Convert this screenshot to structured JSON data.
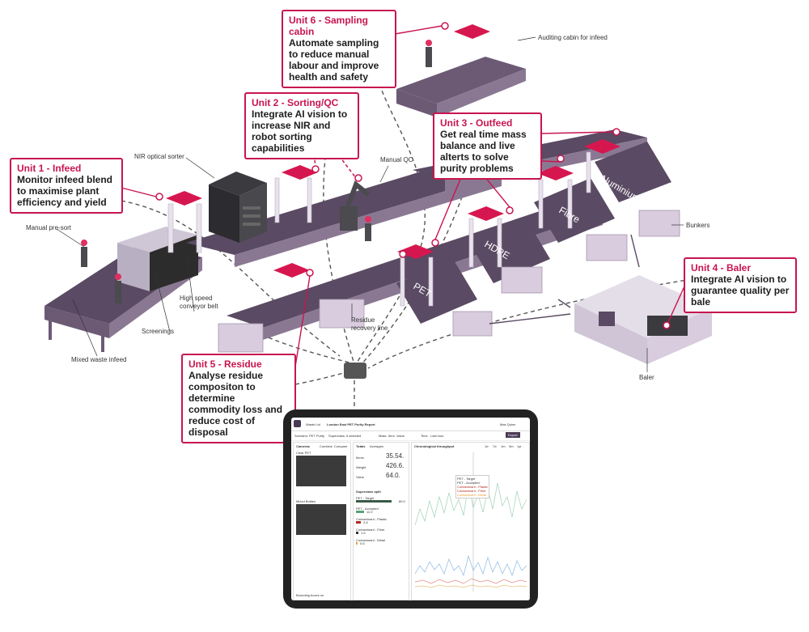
{
  "callouts": {
    "unit1": {
      "title": "Unit 1 - Infeed",
      "desc": "Monitor infeed blend to maximise plant efficiency and yield"
    },
    "unit2": {
      "title": "Unit 2 - Sorting/QC",
      "desc": "Integrate AI vision to increase NIR and robot sorting capabilities"
    },
    "unit3": {
      "title": "Unit 3 - Outfeed",
      "desc": "Get real time mass balance and live alterts to solve purity problems"
    },
    "unit4": {
      "title": "Unit 4 - Baler",
      "desc": "Integrate AI vision to guarantee quality per bale"
    },
    "unit5": {
      "title": "Unit 5 - Residue",
      "desc": "Analyse residue compositon to determine commodity loss and reduce cost of disposal"
    },
    "unit6": {
      "title": "Unit 6 - Sampling cabin",
      "desc": "Automate sampling to reduce manual labour and improve health and safety"
    }
  },
  "labels": {
    "nir": "NIR optical sorter",
    "manual_qc": "Manual QC",
    "auditing": "Auditing cabin for infeed",
    "manual_presort": "Manual pre-sort",
    "high_speed": "High speed\nconveyor belt",
    "screenings": "Screenings",
    "mixed": "Mixed waste infeed",
    "residue_line": "Residue\nrecovery line",
    "bunkers": "Bunkers",
    "baler": "Baler"
  },
  "bunker_labels": {
    "aluminium": "Aluminium",
    "fibre": "Fibre",
    "hdpe": "HDPE",
    "pet": "PET"
  },
  "colors": {
    "accent": "#c8154f",
    "belt": "#5a4a63",
    "dashed": "#555555"
  },
  "tablet": {
    "brand": "Waste Ltd",
    "report": "London East PET Purity Report",
    "user": "Max Quinn",
    "export": "Export",
    "filter1": "Scenario: PET Purity",
    "filter2": "Superclass: 6 selected",
    "tabs": [
      "Mass",
      "Item",
      "Value"
    ],
    "time": "Time",
    "time_value": "Last hour",
    "cameras": "Cameras",
    "cam_tabs": [
      "Combine",
      "Compare"
    ],
    "cam1": "Clear PET",
    "cam2": "Mixed Bottles",
    "totals": "Totals",
    "averages": "Averages",
    "metrics": [
      {
        "label": "Items",
        "value": "35.54."
      },
      {
        "label": "Weight",
        "value": "426.6."
      },
      {
        "label": "Value",
        "value": "64.0."
      }
    ],
    "split_title": "Superclass split",
    "split": [
      {
        "label": "PET - Target",
        "value": "89.0"
      },
      {
        "label": "PET - Accepted",
        "value": "11.0"
      },
      {
        "label": "Contaminant - Plastic",
        "value": "2.8"
      },
      {
        "label": "Contaminant - Fibre",
        "value": "1.5"
      },
      {
        "label": "Contaminant - Metal",
        "value": "0.6"
      }
    ],
    "chart_title": "Chronological throughput",
    "range_tabs": [
      "1d",
      "7d",
      "1m",
      "3m",
      "1yr"
    ],
    "bbox_label": "Bounding boxes on",
    "legend": [
      "PET - Target",
      "PET - Accepted",
      "Contaminant - Plastic",
      "Contaminant - Fibre",
      "Contaminant - Metal"
    ]
  }
}
